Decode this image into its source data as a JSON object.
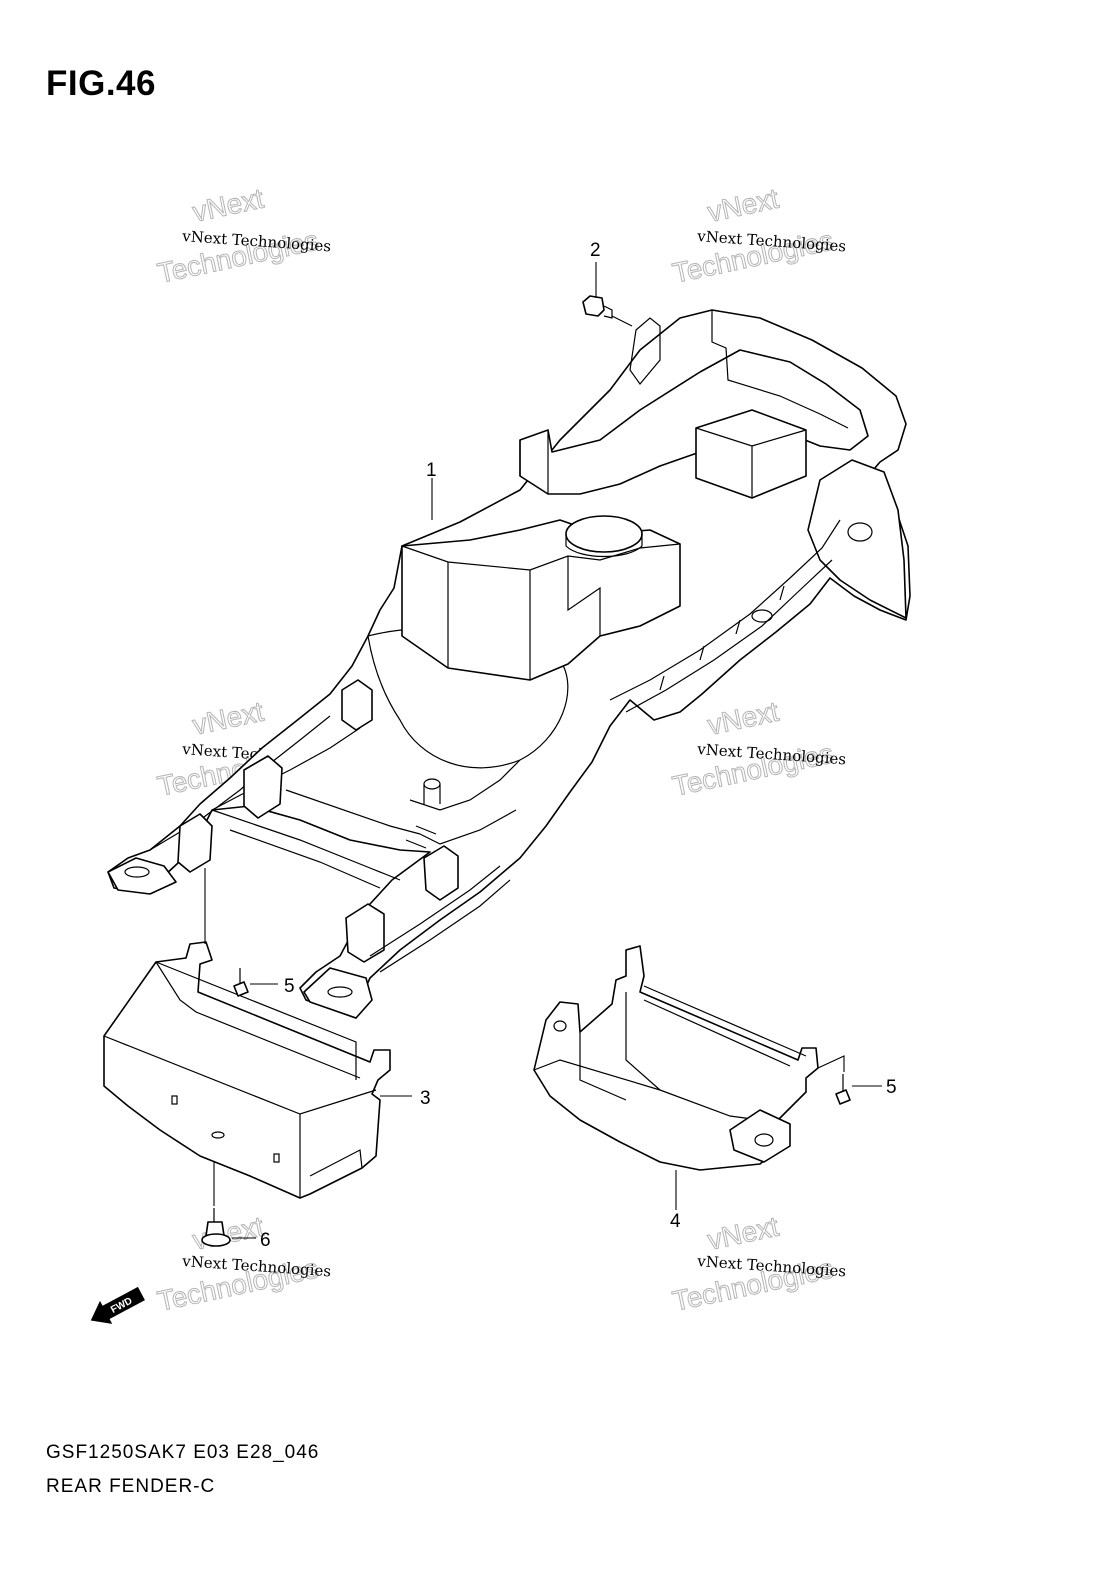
{
  "figure": {
    "title": "FIG.46",
    "model_code": "GSF1250SAK7 E03 E28_046",
    "assembly_name": "REAR FENDER-C"
  },
  "watermark": {
    "line_small": "vNext Technologies",
    "line_big_top": "vNext",
    "line_big_bottom": "Technologies"
  },
  "callouts": [
    {
      "id": "1",
      "label": "1"
    },
    {
      "id": "2",
      "label": "2"
    },
    {
      "id": "3",
      "label": "3"
    },
    {
      "id": "4",
      "label": "4"
    },
    {
      "id": "5a",
      "label": "5"
    },
    {
      "id": "5b",
      "label": "5"
    },
    {
      "id": "6",
      "label": "6"
    }
  ],
  "direction_marker": {
    "label": "FWD"
  },
  "colors": {
    "line": "#000000",
    "watermark": "#b5b5b5",
    "background": "#ffffff"
  }
}
